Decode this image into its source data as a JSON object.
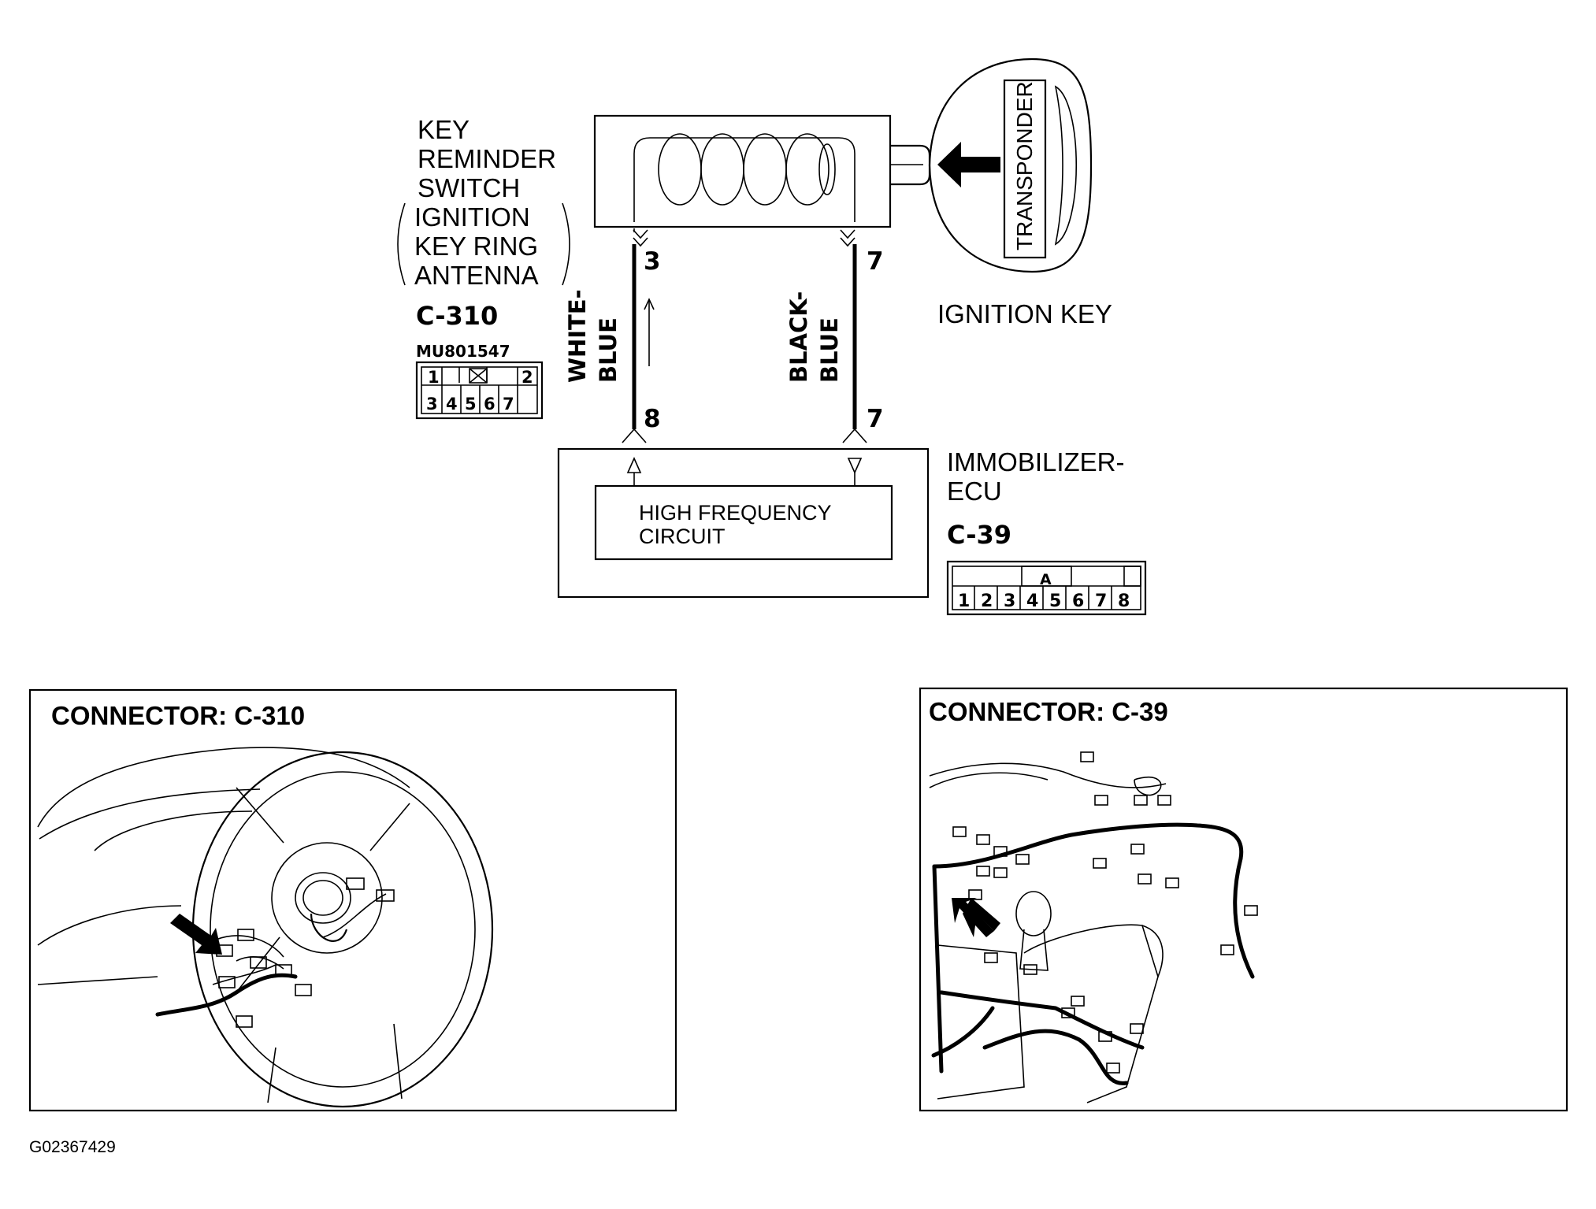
{
  "switch_label_lines": [
    "KEY",
    "REMINDER",
    "SWITCH",
    "IGNITION",
    "KEY RING",
    "ANTENNA"
  ],
  "switch_connector": {
    "id": "C-310",
    "part_no": "MU801547",
    "pins_top": [
      "1",
      "2"
    ],
    "pins_bottom": [
      "3",
      "4",
      "5",
      "6",
      "7"
    ]
  },
  "transponder_label": "TRANSPONDER",
  "ignition_key_label": "IGNITION KEY",
  "wire_left": {
    "color_lines": [
      "WHITE-",
      "BLUE"
    ],
    "pin_top": "3",
    "pin_bottom": "8"
  },
  "wire_right": {
    "color_lines": [
      "BLACK-",
      "BLUE"
    ],
    "pin_top": "7",
    "pin_bottom": "7"
  },
  "ecu_label_lines": [
    "IMMOBILIZER-",
    "ECU"
  ],
  "ecu_connector": {
    "id": "C-39",
    "key_letter": "A",
    "pins": [
      "1",
      "2",
      "3",
      "4",
      "5",
      "6",
      "7",
      "8"
    ]
  },
  "hf_circuit_lines": [
    "HIGH FREQUENCY",
    "CIRCUIT"
  ],
  "panel_left_title": "CONNECTOR: C-310",
  "panel_right_title": "CONNECTOR: C-39",
  "figure_id": "G02367429"
}
